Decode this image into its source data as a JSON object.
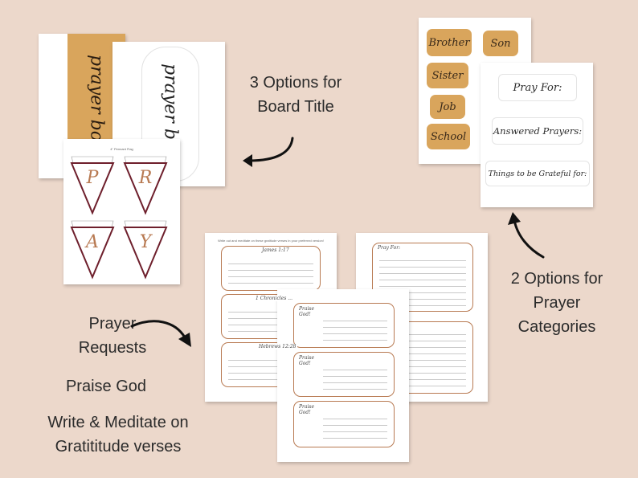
{
  "captions": {
    "board_title": [
      "3 Options for",
      "Board Title"
    ],
    "prayer_categories": [
      "2 Options for",
      "Prayer",
      "Categories"
    ],
    "prayer_requests": [
      "Prayer",
      "Requests"
    ],
    "praise_god": "Praise God",
    "gratitude": [
      "Write & Meditate on",
      "Gratititude verses"
    ]
  },
  "board": {
    "title_text": "prayer board"
  },
  "pennant": {
    "header": "4\" Pennant Flag",
    "letters": [
      "P",
      "R",
      "A",
      "Y"
    ]
  },
  "chips": [
    "Brother",
    "Son",
    "Sister",
    "Job",
    "School"
  ],
  "categories": [
    "Pray For:",
    "Answered Prayers:",
    "Things to be Grateful for:"
  ],
  "verse_sheet": {
    "instructions": "Write out and meditate on these gratitude verses in your preferred version!",
    "labels": [
      "James 1:17",
      "1 Chronicles ...",
      "Hebrews 12:28"
    ]
  },
  "pray_for_sheet": {
    "label": "Pray For:"
  },
  "praise_sheet": {
    "labels": [
      "Praise God!",
      "Praise God!",
      "Praise God!"
    ]
  },
  "colors": {
    "background": "#ecd8cb",
    "tan": "#d9a55c",
    "maroon": "#6e1f2c",
    "copper": "#b87a52"
  }
}
